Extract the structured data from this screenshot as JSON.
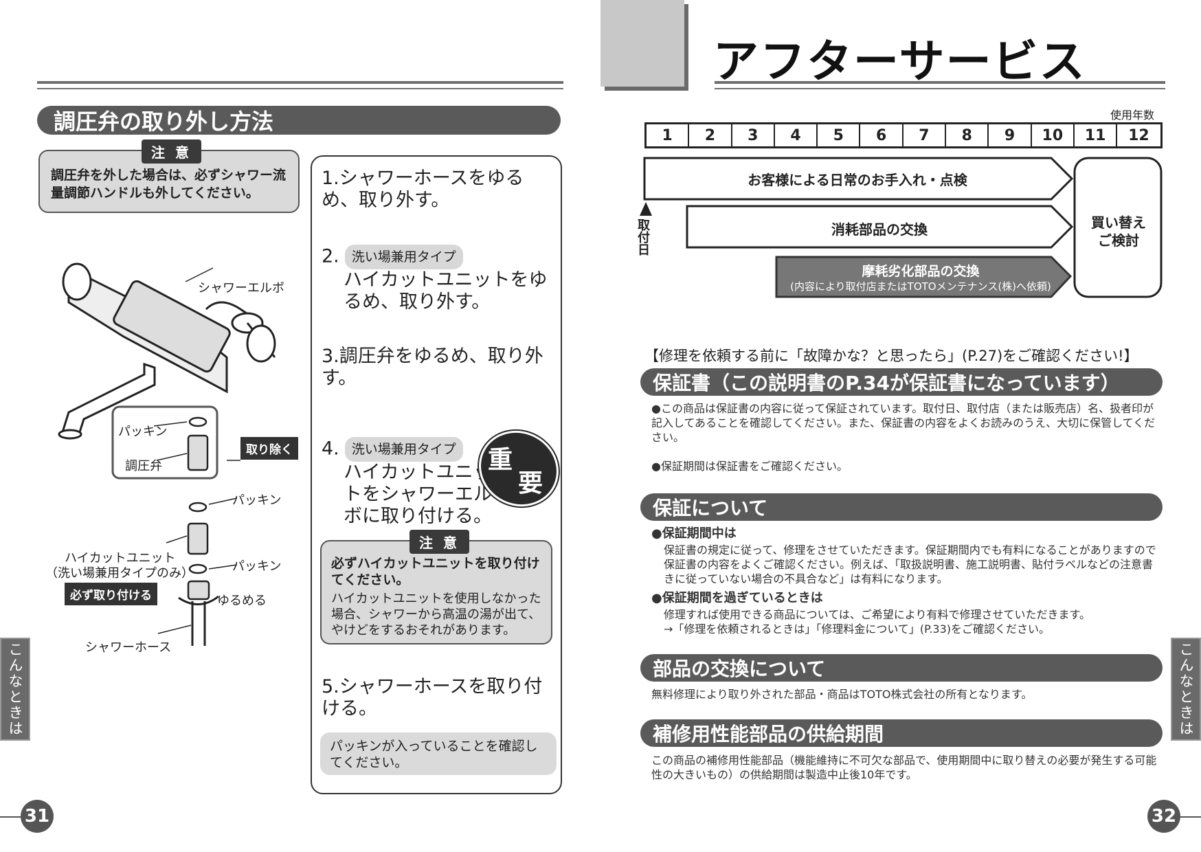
{
  "left": {
    "title": "調圧弁の取り外し方法",
    "caution_tag": "注 意",
    "caution_text": "調圧弁を外した場合は、必ずシャワー流量調節ハンドルも外してください。",
    "diagram_labels": {
      "shower_elbow": "シャワーエルボ",
      "packing_1": "パッキン",
      "valve": "調圧弁",
      "remove": "取り除く",
      "packing_2": "パッキン",
      "hicut_unit": "ハイカットユニット",
      "hicut_note": "（洗い場兼用タイプのみ）",
      "packing_3": "パッキン",
      "must_attach": "必ず取り付ける",
      "loosen": "ゆるめる",
      "shower_hose": "シャワーホース"
    },
    "steps": [
      {
        "num": "1.",
        "text": "シャワーホースをゆるめ、取り外す。"
      },
      {
        "num": "2.",
        "tag": "洗い場兼用タイプ",
        "text": "ハイカットユニットをゆるめ、取り外す。"
      },
      {
        "num": "3.",
        "text": "調圧弁をゆるめ、取り外す。"
      },
      {
        "num": "4.",
        "tag": "洗い場兼用タイプ",
        "text": "ハイカットユニットをシャワーエルボに取り付ける。"
      },
      {
        "num": "5.",
        "text": "シャワーホースを取り付ける。"
      }
    ],
    "important_1": "重",
    "important_2": "要",
    "caution2_tag": "注 意",
    "caution2_bold": "必ずハイカットユニットを取り付けてください。",
    "caution2_text": "ハイカットユニットを使用しなかった場合、シャワーから高温の湯が出て、やけどをするおそれがあります。",
    "note5": "パッキンが入っていることを確認してください。",
    "side_tab": "こんなときは",
    "page_number": "31"
  },
  "right": {
    "title": "アフターサービス",
    "years_label": "使用年数",
    "years": [
      "1",
      "2",
      "3",
      "4",
      "5",
      "6",
      "7",
      "8",
      "9",
      "10",
      "11",
      "12"
    ],
    "install_label": "取付日",
    "bar1": "お客様による日常のお手入れ・点検",
    "bar2": "消耗部品の交換",
    "bar3_title": "摩耗劣化部品の交換",
    "bar3_sub": "(内容により取付店またはTOTOメンテナンス(株)へ依頼)",
    "replace_1": "買い替え",
    "replace_2": "ご検討",
    "notice": "【修理を依頼する前に「故障かな？と思ったら」(P.27)をご確認ください!】",
    "sections": {
      "warranty_title": "保証書（この説明書のP.34が保証書になっています）",
      "warranty_p1": "●この商品は保証書の内容に従って保証されています。取付日、取付店（または販売店）名、扱者印が記入してあることを確認してください。また、保証書の内容をよくお読みのうえ、大切に保管してください。",
      "warranty_p2": "●保証期間は保証書をご確認ください。",
      "about_title": "保証について",
      "about_h1": "●保証期間中は",
      "about_p1": "保証書の規定に従って、修理をさせていただきます。保証期間内でも有料になることがありますので保証書の内容をよくご確認ください。例えば、「取扱説明書、施工説明書、貼付ラベルなどの注意書きに従っていない場合の不具合など」は有料になります。",
      "about_h2": "●保証期間を過ぎているときは",
      "about_p2": "修理すれば使用できる商品については、ご希望により有料で修理させていただきます。",
      "about_p3": "→「修理を依頼されるときは」「修理料金について」(P.33)をご確認ください。",
      "parts_title": "部品の交換について",
      "parts_p": "無料修理により取り外された部品・商品はTOTO株式会社の所有となります。",
      "supply_title": "補修用性能部品の供給期間",
      "supply_p": "この商品の補修用性能部品（機能維持に不可欠な部品で、使用期間中に取り替えの必要が発生する可能性の大きいもの）の供給期間は製造中止後10年です。"
    },
    "side_tab": "こんなときは",
    "page_number": "32"
  }
}
